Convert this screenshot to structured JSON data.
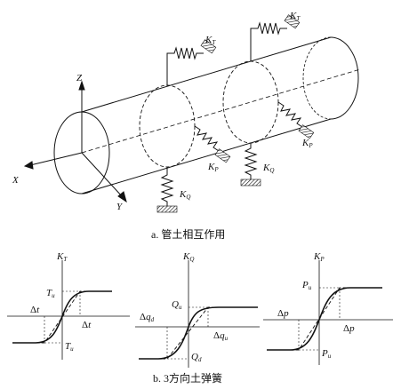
{
  "figure_a": {
    "caption": "a. 管土相互作用",
    "axes": {
      "x": "X",
      "y": "Y",
      "z": "Z"
    },
    "springs": [
      {
        "id": "t1",
        "sym": "K",
        "sub": "T"
      },
      {
        "id": "t2",
        "sym": "K",
        "sub": "T"
      },
      {
        "id": "p1",
        "sym": "K",
        "sub": "P"
      },
      {
        "id": "p2",
        "sym": "K",
        "sub": "P"
      },
      {
        "id": "q1",
        "sym": "K",
        "sub": "Q"
      },
      {
        "id": "q2",
        "sym": "K",
        "sub": "Q"
      }
    ]
  },
  "figure_b": {
    "caption": "b. 3方向土弹簧",
    "panels": [
      {
        "axis": {
          "sym": "K",
          "sub": "T"
        },
        "top": {
          "sym": "T",
          "sub": "u"
        },
        "bottom": {
          "sym": "T",
          "sub": "u"
        },
        "left": {
          "pre": "Δ",
          "sym": "t"
        },
        "right": {
          "pre": "Δ",
          "sym": "t"
        }
      },
      {
        "axis": {
          "sym": "K",
          "sub": "Q"
        },
        "top": {
          "sym": "Q",
          "sub": "u"
        },
        "bottom": {
          "sym": "Q",
          "sub": "d"
        },
        "left": {
          "pre": "Δ",
          "sym": "q",
          "sub": "d"
        },
        "right": {
          "pre": "Δ",
          "sym": "q",
          "sub": "u"
        }
      },
      {
        "axis": {
          "sym": "K",
          "sub": "P"
        },
        "top": {
          "sym": "P",
          "sub": "u"
        },
        "bottom": {
          "sym": "P",
          "sub": "u"
        },
        "left": {
          "pre": "Δ",
          "sym": "p"
        },
        "right": {
          "pre": "Δ",
          "sym": "p"
        }
      }
    ]
  }
}
